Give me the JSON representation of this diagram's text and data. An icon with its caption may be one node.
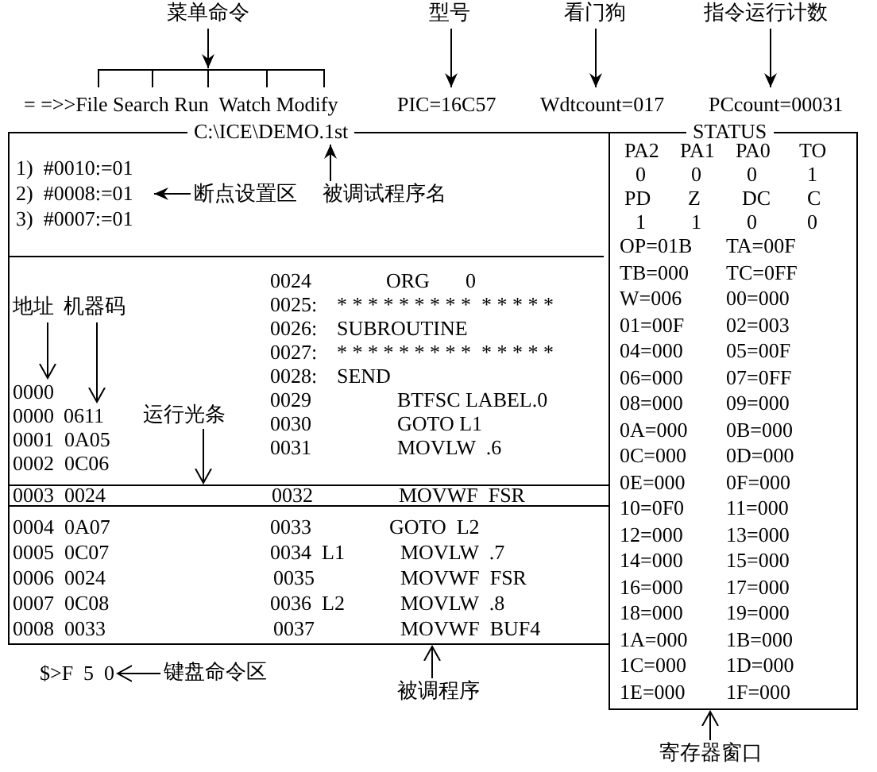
{
  "diagram": {
    "nodes": [
      {
        "text": [
          "菜单命令"
        ]
      },
      {
        "text": [
          "型号"
        ]
      },
      {
        "text": [
          "看门狗"
        ]
      },
      {
        "text": [
          "指令运行计数"
        ]
      },
      {
        "text": [
          "= =>>File Search Run  Watch Modify"
        ]
      },
      {
        "text": [
          "PIC=16C57"
        ]
      },
      {
        "text": [
          "Wdtcount=017"
        ]
      },
      {
        "text": [
          "PCcount=00031"
        ]
      },
      {
        "text": [
          "C:\\ICE\\DEMO.1st"
        ]
      },
      {
        "text": [
          "STATUS"
        ]
      },
      {
        "text": [
          "1)  #0010:=01",
          "2)  #0008:=01",
          "3)  #0007:=01"
        ],
        "in": 8
      },
      {
        "text": [
          "断点设置区"
        ],
        "in": 8
      },
      {
        "text": [
          "被调试程序名"
        ],
        "in": 8
      },
      {
        "text": [
          "地址"
        ],
        "in": 8
      },
      {
        "text": [
          "机器码"
        ],
        "in": 8
      },
      {
        "text": [
          "运行光条"
        ],
        "in": 8
      },
      {
        "text": [
          "0003  0024",
          "0032",
          "MOVWF  FSR"
        ],
        "in": 8
      },
      {
        "text": [
          "$>F  5  0"
        ]
      },
      {
        "text": [
          "键盘命令区"
        ]
      },
      {
        "text": [
          "被调程序"
        ]
      },
      {
        "text": [
          "寄存器窗口"
        ]
      },
      {
        "text": [
          "0000"
        ],
        "in": 8
      },
      {
        "text": [
          "0611"
        ],
        "in": 8
      }
    ],
    "edges": [
      {
        "from": 0,
        "to": 4,
        "arrow": "to"
      },
      {
        "from": 1,
        "to": 5,
        "arrow": "to"
      },
      {
        "from": 2,
        "to": 6,
        "arrow": "to"
      },
      {
        "from": 3,
        "to": 7,
        "arrow": "to"
      },
      {
        "from": 11,
        "to": 10,
        "arrow": "to"
      },
      {
        "from": 12,
        "to": 8,
        "arrow": "to"
      },
      {
        "from": 13,
        "to": 21,
        "arrow": "to"
      },
      {
        "from": 14,
        "to": 22,
        "arrow": "to"
      },
      {
        "from": 15,
        "to": 16,
        "arrow": "to"
      },
      {
        "from": 18,
        "to": 17,
        "arrow": "to"
      },
      {
        "from": 19,
        "to": 8,
        "arrow": "to"
      },
      {
        "from": 20,
        "to": 9,
        "arrow": "to"
      }
    ],
    "labels": [
      "0000",
      "0001  0A05",
      "0002  0C06",
      "0024",
      "ORG",
      "0",
      "0025:",
      "* * * * * * * * *  * * * * *",
      "0026:",
      "SUBROUTINE",
      "0027:",
      "* * * * * * * * *  * * * * *",
      "0028:",
      "SEND",
      "0029",
      "BTFSC LABEL.0",
      "0030",
      "GOTO L1",
      "0031",
      "MOVLW  .6",
      "0004  0A07",
      "0033",
      "GOTO  L2",
      "0005  0C07",
      "0034  L1",
      "MOVLW  .7",
      "0006  0024",
      "0035",
      "MOVWF  FSR",
      "0007  0C08",
      "0036  L2",
      "MOVLW  .8",
      "0008  0033",
      "0037",
      "MOVWF  BUF4",
      "PA2",
      "PA1",
      "PA0",
      "TO",
      "0",
      "0",
      "0",
      "1",
      "PD",
      "Z",
      "DC",
      "C",
      "1",
      "1",
      "0",
      "0",
      "OP=01B",
      "TA=00F",
      "TB=000",
      "TC=0FF",
      "W=006",
      "00=000",
      "01=00F",
      "02=003",
      "04=000",
      "05=00F",
      "06=000",
      "07=0FF",
      "08=000",
      "09=000",
      "0A=000",
      "0B=000",
      "0C=000",
      "0D=000",
      "0E=000",
      "0F=000",
      "10=0F0",
      "11=000",
      "12=000",
      "13=000",
      "14=000",
      "15=000",
      "16=000",
      "17=000",
      "18=000",
      "19=000",
      "1A=000",
      "1B=000",
      "1C=000",
      "1D=000",
      "1E=000",
      "1F=000"
    ]
  }
}
